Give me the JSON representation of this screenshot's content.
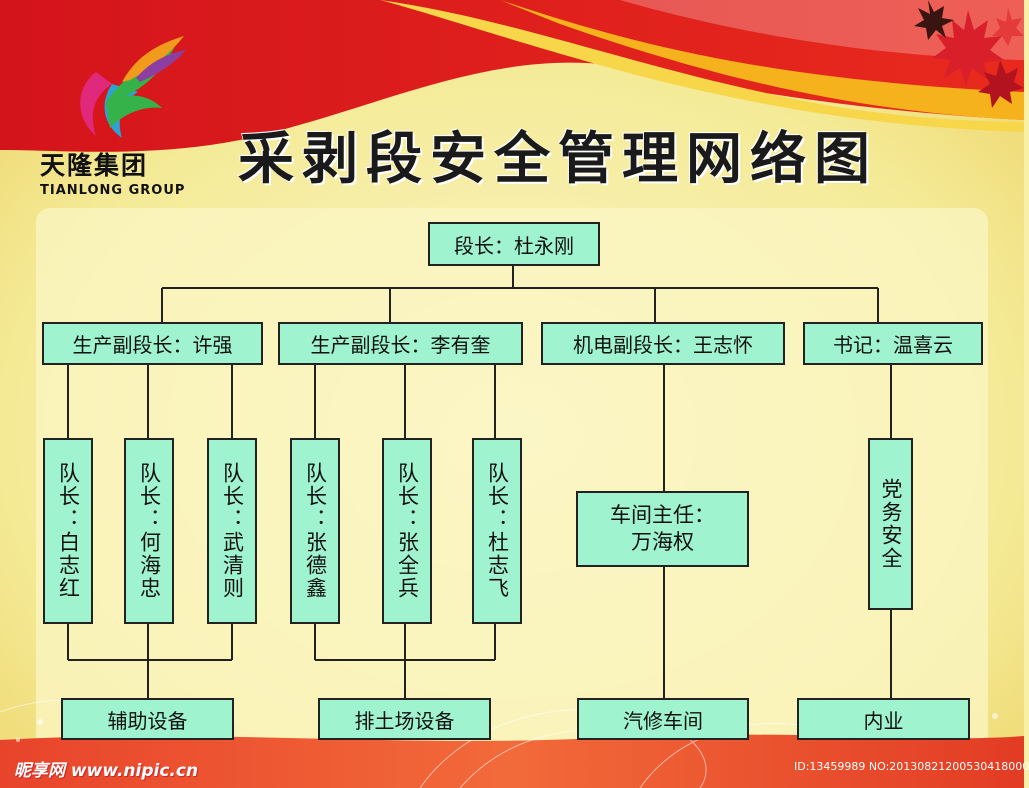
{
  "title": "采剥段安全管理网络图",
  "logo": {
    "cn": "天隆集团",
    "en": "TIANLONG GROUP"
  },
  "chief": "段长：杜永刚",
  "deputies": [
    "生产副段长：许强",
    "生产副段长：李有奎",
    "机电副段长：王志怀",
    "书记：温喜云"
  ],
  "team_leaders": [
    "队长：白志红",
    "队长：何海忠",
    "队长：武清则",
    "队长：张德鑫",
    "队长：张全兵",
    "队长：杜志飞"
  ],
  "workshop_director": "车间主任：\n万海权",
  "party_affairs": "党务安全",
  "departments": [
    "辅助设备",
    "排土场设备",
    "汽修车间",
    "内业"
  ],
  "watermark": {
    "left": "昵享网 www.nipic.cn",
    "right": "ID:13459989 NO:20130821200530418000"
  },
  "colors": {
    "box_fill": "#9ff3cf",
    "line": "#222222",
    "banner_red": "#d8141b",
    "background": "#f7f0a6"
  },
  "icons": [
    "flame-logo-icon",
    "maple-leaf-icon"
  ]
}
